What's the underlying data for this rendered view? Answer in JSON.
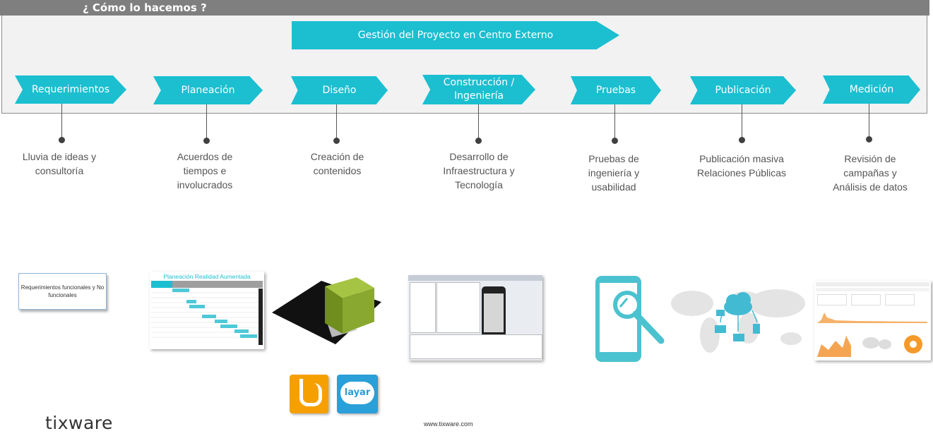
{
  "header": {
    "title": "¿ Cómo lo hacemos ?"
  },
  "banner": {
    "label": "Gestión del Proyecto en Centro Externo"
  },
  "steps": [
    {
      "label": "Requerimientos",
      "desc": "Lluvia de ideas y consultoría"
    },
    {
      "label": "Planeación",
      "desc": "Acuerdos de tiempos e involucrados"
    },
    {
      "label": "Diseño",
      "desc": "Creación de contenidos"
    },
    {
      "label": "Construcción / Ingeniería",
      "desc": "Desarrollo de Infraestructura y Tecnología"
    },
    {
      "label": "Pruebas",
      "desc": "Pruebas de ingeniería y usabilidad"
    },
    {
      "label": "Publicación",
      "desc": "Publicación masiva Relaciones Públicas"
    },
    {
      "label": "Medición",
      "desc": "Revisión de campañas y Análisis de datos"
    }
  ],
  "note": {
    "text": "Requerimientos funcionales y No funcionales"
  },
  "planning_thumb": {
    "title": "Planeación Realidad Aumentada"
  },
  "footer": {
    "url": "www.tixware.com",
    "logo": "tixware"
  },
  "colors": {
    "accent": "#1bbfd0",
    "bar": "#7f7f7f",
    "panel": "#f2f2f2"
  }
}
